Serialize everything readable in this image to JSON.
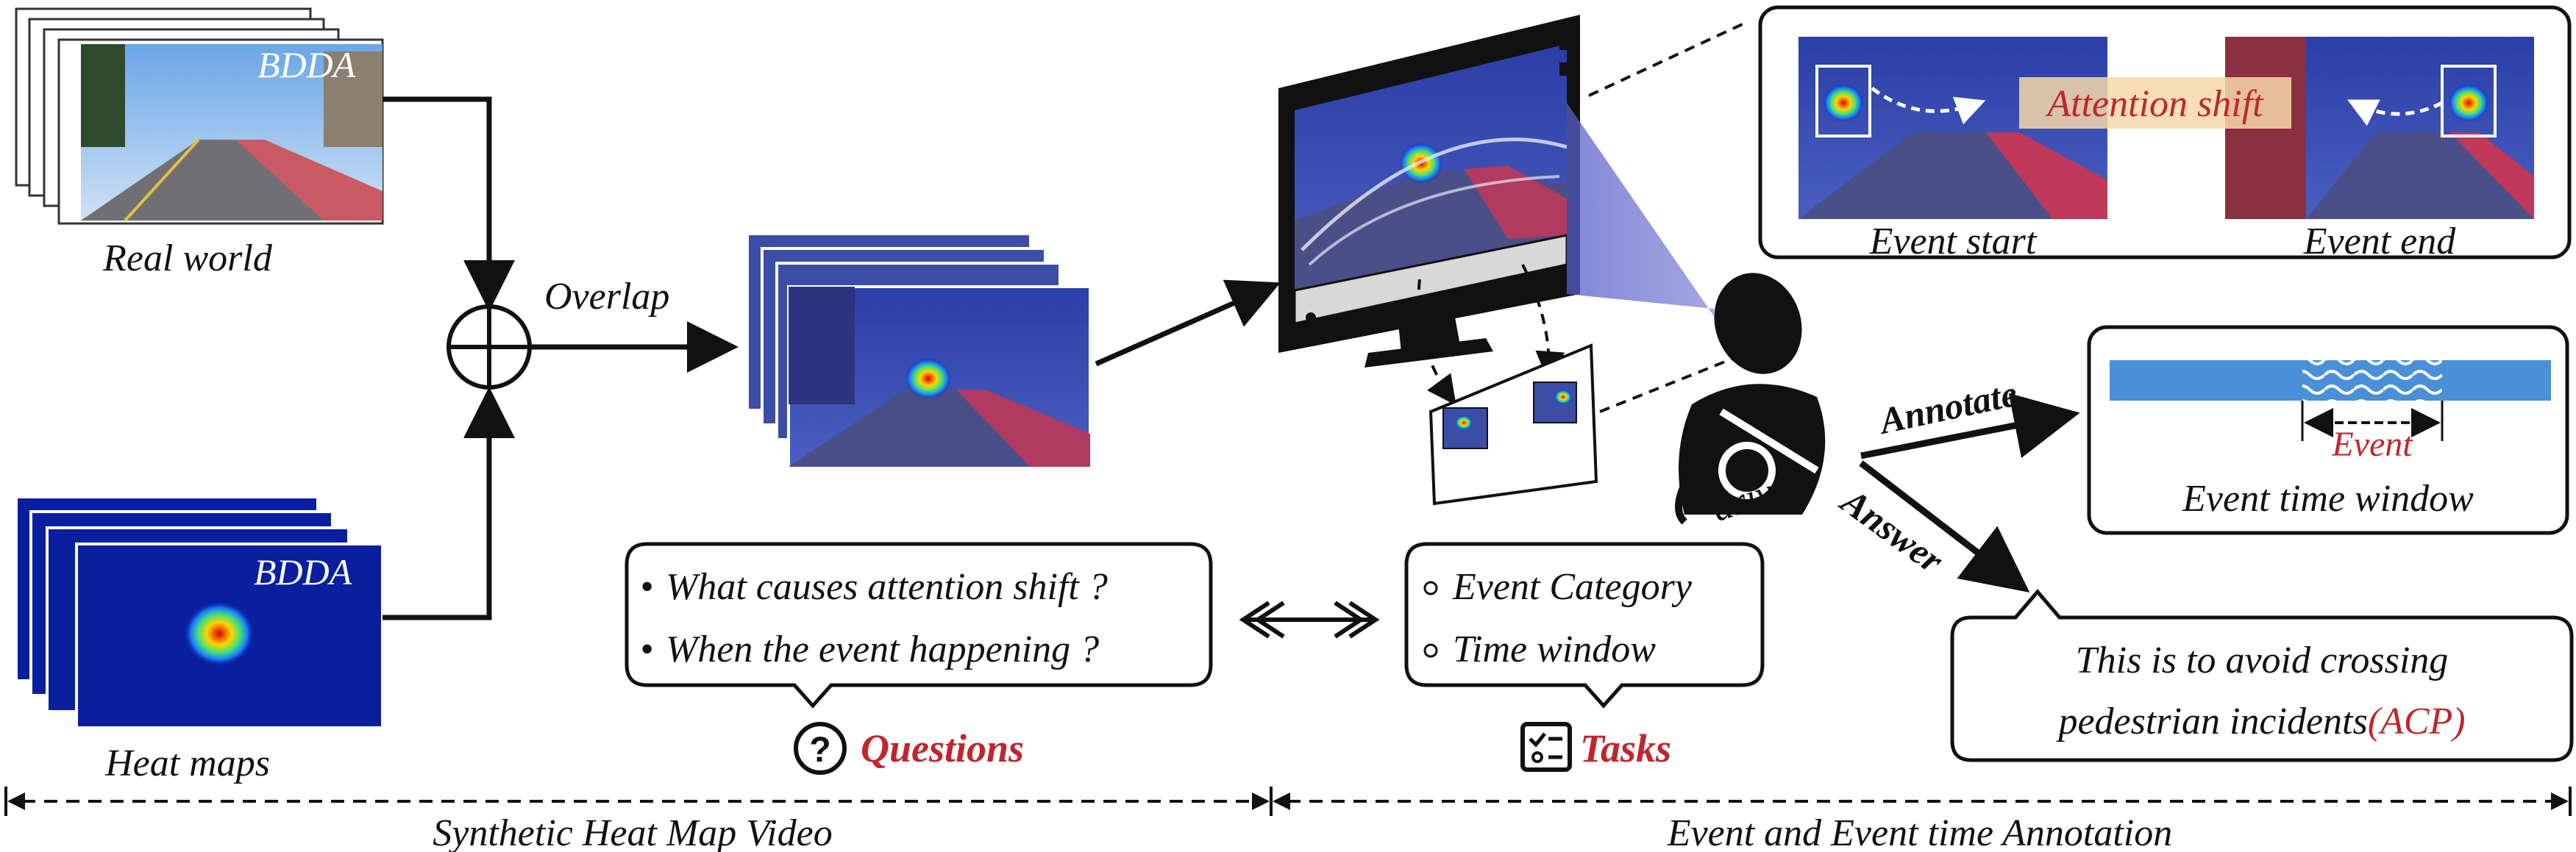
{
  "left_panel": {
    "real_world_label": "Real world",
    "heat_maps_label": "Heat maps",
    "dataset_tag_top": "BDDA",
    "dataset_tag_bottom": "BDDA",
    "overlap_label": "Overlap",
    "section_label": "Synthetic Heat Map Video"
  },
  "questions": {
    "items": [
      "What causes attention shift ?",
      "When the event happening ?"
    ],
    "title": "Questions",
    "icon": "question-circle-icon"
  },
  "tasks": {
    "items": [
      "Event Category",
      "Time window"
    ],
    "title": "Tasks",
    "icon": "checklist-icon"
  },
  "monitor_inset": {
    "start_label": "Event start",
    "end_label": "Event end",
    "shift_label": "Attention shift"
  },
  "driver": {
    "label": "driver",
    "annotate_label": "Annotate",
    "answer_label": "Answer"
  },
  "event_window": {
    "event_label": "Event",
    "title": "Event time window"
  },
  "answer_box": {
    "line1": "This is to avoid crossing",
    "line2_prefix": "pedestrian incidents",
    "line2_highlight": "(ACP)"
  },
  "right_section_label": "Event and Event time Annotation",
  "colors": {
    "accent_red": "#c0262d",
    "timeline_blue": "#4a90d9",
    "heatmap_bg": "#0a1f9e",
    "road_red": "#d0384a"
  }
}
